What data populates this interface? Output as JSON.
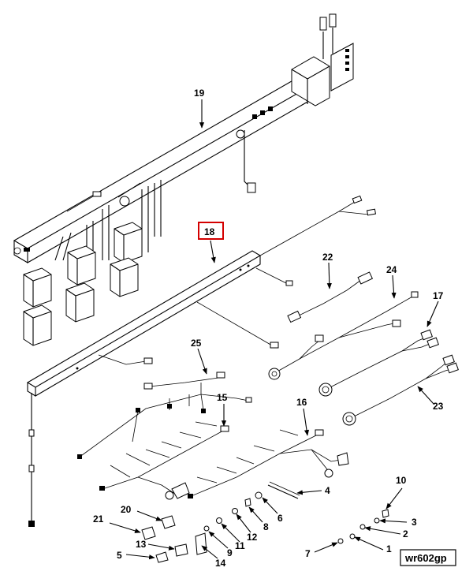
{
  "figure": {
    "id_label": "wr602gp",
    "highlighted_callout": "18",
    "highlight_color": "#d40000"
  },
  "callouts": {
    "c1": "1",
    "c2": "2",
    "c3": "3",
    "c4": "4",
    "c5": "5",
    "c6": "6",
    "c7": "7",
    "c8": "8",
    "c9": "9",
    "c10": "10",
    "c11": "11",
    "c12": "12",
    "c13": "13",
    "c14": "14",
    "c15": "15",
    "c16": "16",
    "c17": "17",
    "c18": "18",
    "c19": "19",
    "c20": "20",
    "c21": "21",
    "c22": "22",
    "c23": "23",
    "c24": "24",
    "c25": "25"
  }
}
